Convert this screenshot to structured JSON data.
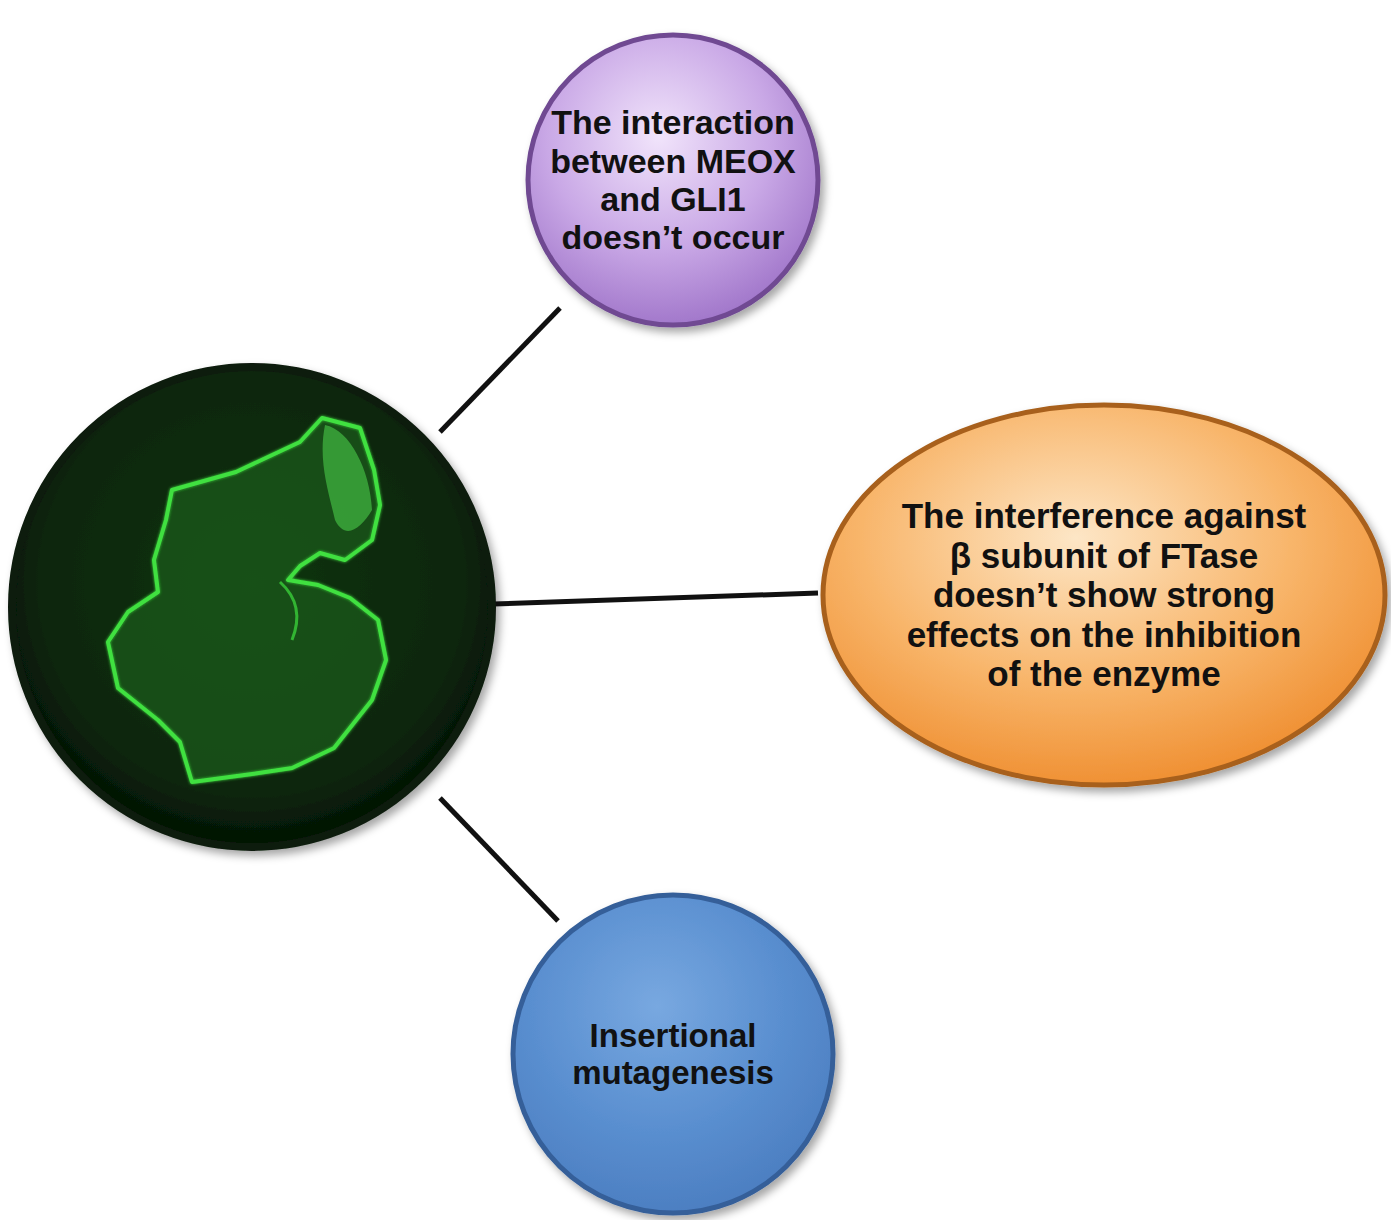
{
  "diagram": {
    "nodes": [
      {
        "text": [
          "The interaction between MEOX and GLI1 doesn’t occur"
        ]
      },
      {
        "text": [
          "The interference against β subunit of FTase doesn’t show strong effects on the inhibition of the enzyme"
        ]
      },
      {
        "text": [
          "Insertional mutagenesis"
        ]
      }
    ]
  }
}
